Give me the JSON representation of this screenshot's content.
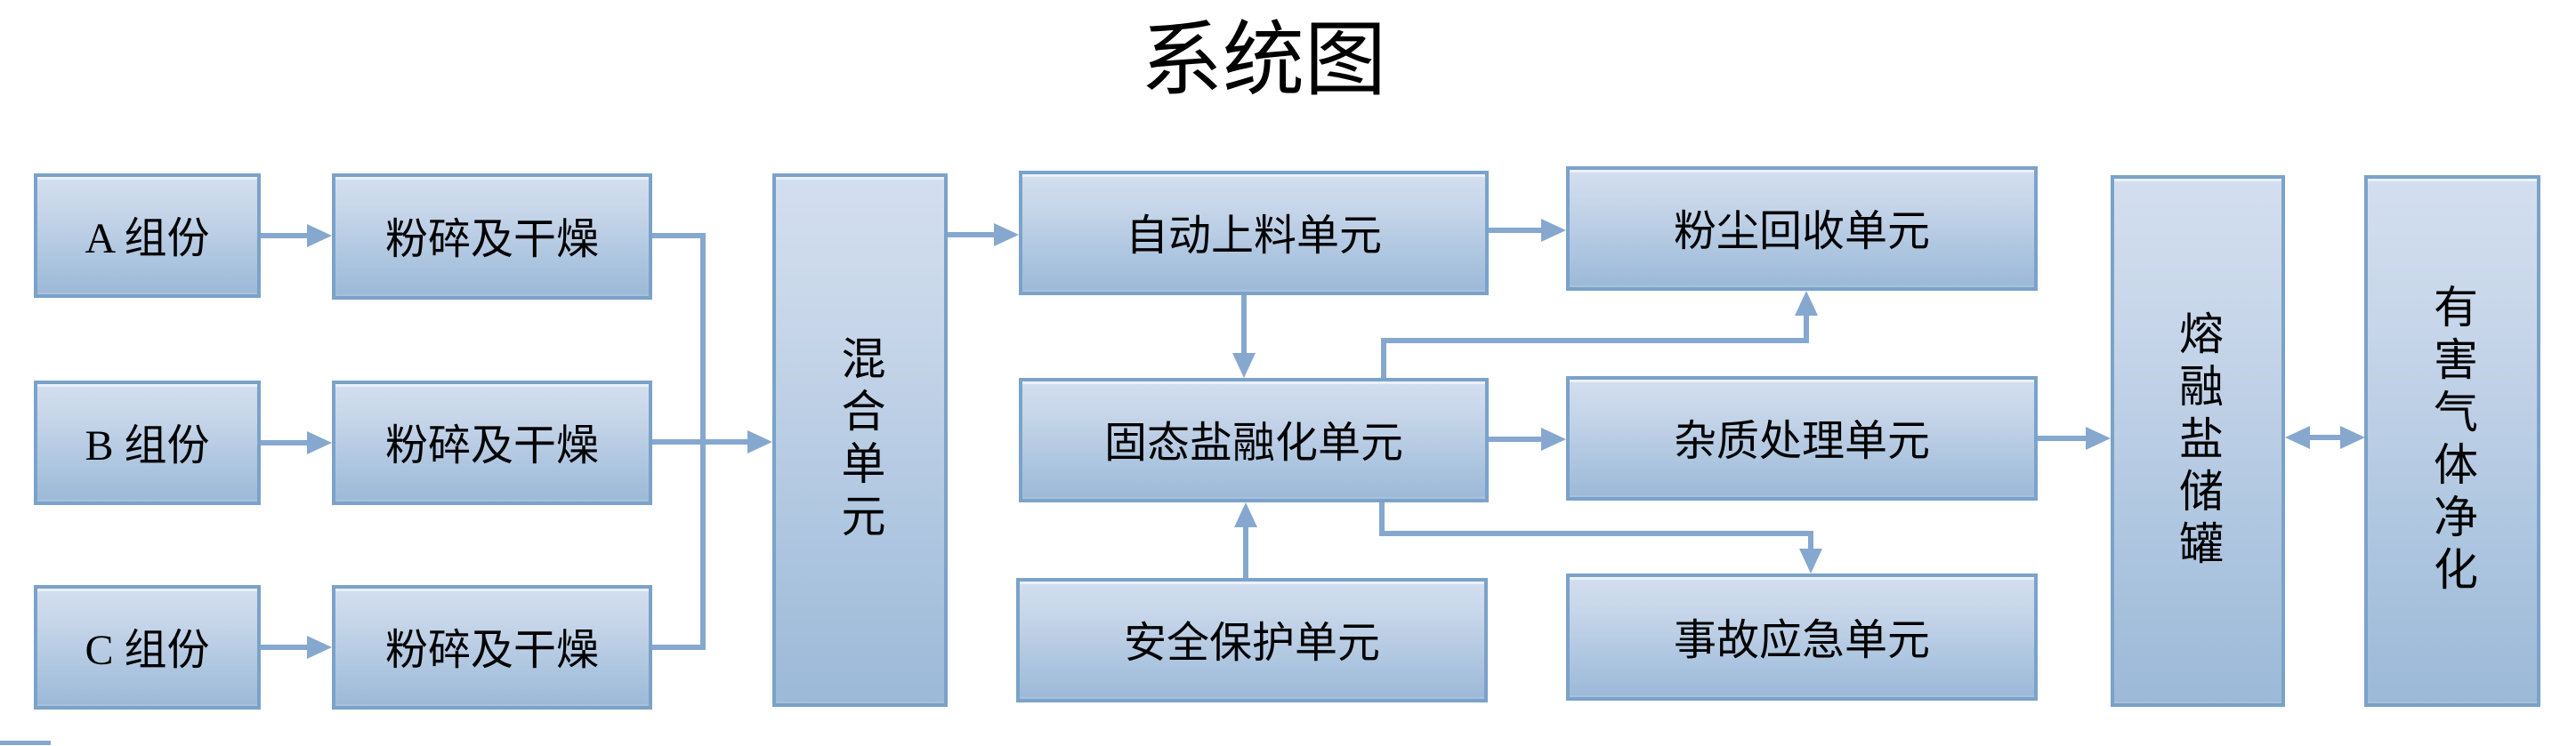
{
  "title": "系统图",
  "colors": {
    "box_border": "#7ba2c9",
    "box_fill_top": "#d3dfef",
    "box_fill_bottom": "#9cb9d8",
    "connector": "#86a8ce",
    "text": "#000000",
    "background": "#ffffff"
  },
  "nodes": {
    "comp_a": {
      "label": "A 组份"
    },
    "comp_b": {
      "label": "B 组份"
    },
    "comp_c": {
      "label": "C 组份"
    },
    "crush_a": {
      "label": "粉碎及干燥"
    },
    "crush_b": {
      "label": "粉碎及干燥"
    },
    "crush_c": {
      "label": "粉碎及干燥"
    },
    "mixing": {
      "label": "混合单元",
      "orientation": "vertical"
    },
    "auto_feed": {
      "label": "自动上料单元"
    },
    "salt_melt": {
      "label": "固态盐融化单元"
    },
    "safety": {
      "label": "安全保护单元"
    },
    "dust_recovery": {
      "label": "粉尘回收单元"
    },
    "impurity": {
      "label": "杂质处理单元"
    },
    "emergency": {
      "label": "事故应急单元"
    },
    "storage_tank": {
      "label": "熔融盐储罐",
      "orientation": "vertical"
    },
    "gas_purify": {
      "label": "有害气体净化",
      "orientation": "vertical"
    }
  },
  "edges": [
    {
      "from": "A 组份",
      "to": "粉碎及干燥",
      "type": "arrow"
    },
    {
      "from": "B 组份",
      "to": "粉碎及干燥",
      "type": "arrow"
    },
    {
      "from": "C 组份",
      "to": "粉碎及干燥",
      "type": "arrow"
    },
    {
      "from": "粉碎及干燥 ×3",
      "to": "混合单元",
      "type": "merged-arrow"
    },
    {
      "from": "混合单元",
      "to": "自动上料单元",
      "type": "arrow"
    },
    {
      "from": "自动上料单元",
      "to": "粉尘回收单元",
      "type": "arrow"
    },
    {
      "from": "自动上料单元",
      "to": "固态盐融化单元",
      "type": "arrow"
    },
    {
      "from": "固态盐融化单元",
      "to": "粉尘回收单元",
      "type": "elbow-arrow"
    },
    {
      "from": "固态盐融化单元",
      "to": "杂质处理单元",
      "type": "arrow"
    },
    {
      "from": "固态盐融化单元",
      "to": "事故应急单元",
      "type": "elbow-arrow"
    },
    {
      "from": "安全保护单元",
      "to": "固态盐融化单元",
      "type": "arrow"
    },
    {
      "from": "杂质处理单元",
      "to": "熔融盐储罐",
      "type": "arrow"
    },
    {
      "from": "熔融盐储罐",
      "to": "有害气体净化",
      "type": "double-arrow"
    }
  ]
}
